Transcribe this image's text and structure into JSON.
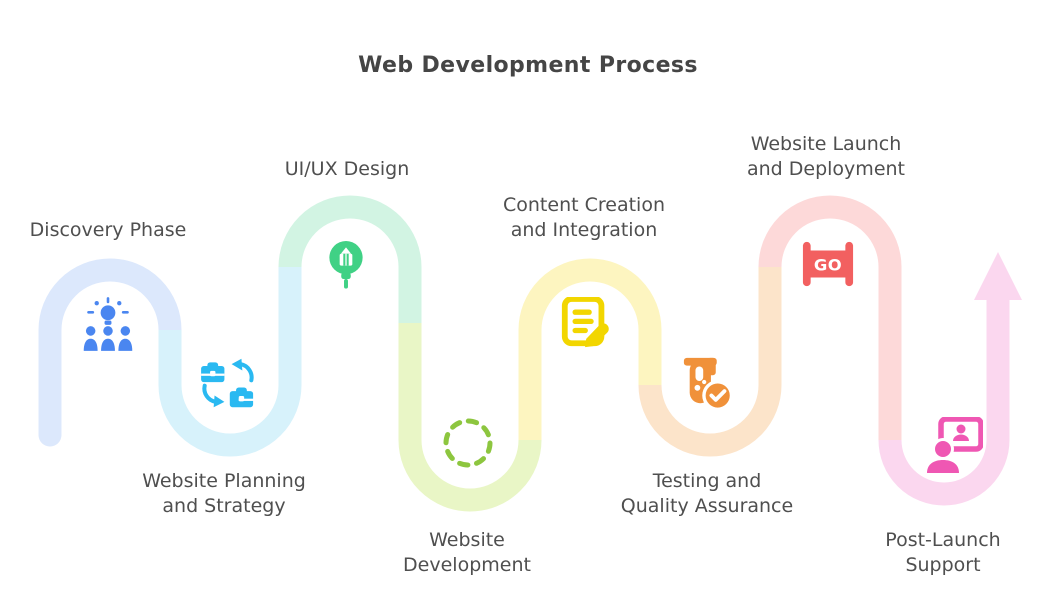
{
  "title": "Web Development Process",
  "colors": {
    "background": "#ffffff",
    "title_text": "#454545",
    "label_text": "#4f4f4f",
    "arrow_color": "#fbd7ef"
  },
  "stages": [
    {
      "label": "Discovery Phase",
      "label_lines": [
        "Discovery Phase"
      ],
      "track_color": "#dce8fc",
      "icon_color": "#4a86f0",
      "icon": "brainstorm-team-icon"
    },
    {
      "label": "Website Planning and Strategy",
      "label_lines": [
        "Website Planning",
        "and Strategy"
      ],
      "track_color": "#d7f2fb",
      "icon_color": "#2ab9f1",
      "icon": "briefcase-swap-icon"
    },
    {
      "label": "UI/UX Design",
      "label_lines": [
        "UI/UX Design"
      ],
      "track_color": "#d2f4e3",
      "icon_color": "#40d185",
      "icon": "design-balloon-icon"
    },
    {
      "label": "Website Development",
      "label_lines": [
        "Website",
        "Development"
      ],
      "track_color": "#e9f6c6",
      "icon_color": "#8dc63f",
      "icon": "dashed-circle-icon"
    },
    {
      "label": "Content Creation and Integration",
      "label_lines": [
        "Content Creation",
        "and Integration"
      ],
      "track_color": "#fdf5c0",
      "icon_color": "#f2d600",
      "icon": "document-edit-icon"
    },
    {
      "label": "Testing and Quality Assurance",
      "label_lines": [
        "Testing and",
        "Quality Assurance"
      ],
      "track_color": "#fce4ca",
      "icon_color": "#f0913a",
      "icon": "test-tube-check-icon"
    },
    {
      "label": "Website Launch and Deployment",
      "label_lines": [
        "Website Launch",
        "and Deployment"
      ],
      "track_color": "#fdd9d9",
      "icon_color": "#f26060",
      "icon": "go-banner-icon",
      "icon_text": "GO"
    },
    {
      "label": "Post-Launch Support",
      "label_lines": [
        "Post-Launch",
        "Support"
      ],
      "track_color": "#fbd7ef",
      "icon_color": "#ef57b3",
      "icon": "support-screen-icon"
    }
  ]
}
